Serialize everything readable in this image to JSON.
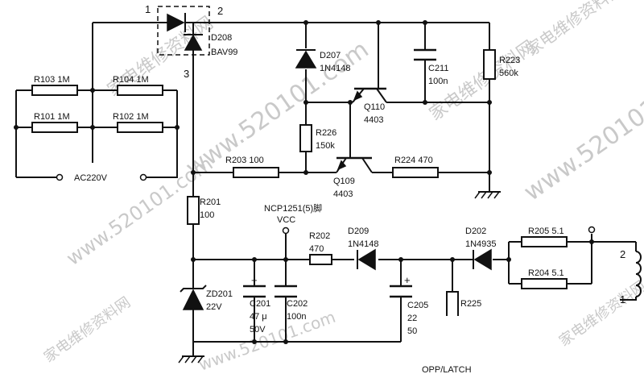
{
  "labels": {
    "pin1": "1",
    "pin2": "2",
    "pin3": "3",
    "d208_ref": "D208",
    "d208_val": "BAV99",
    "d207_ref": "D207",
    "d207_val": "1N4148",
    "c211_ref": "C211",
    "c211_val": "100n",
    "r223_ref": "R223",
    "r223_val": "560k",
    "r103": "R103  1M",
    "r104": "R104  1M",
    "r101": "R101  1M",
    "r102": "R102  1M",
    "ac": "AC220V",
    "q110_ref": "Q110",
    "q110_val": "4403",
    "r226_ref": "R226",
    "r226_val": "150k",
    "r203": "R203  100",
    "q109_ref": "Q109",
    "q109_val": "4403",
    "r224": "R224  470",
    "r201_ref": "R201",
    "r201_val": "100",
    "ncp": "NCP1251(5)脚",
    "vcc": "VCC",
    "r202_ref": "R202",
    "r202_val": "470",
    "d209_ref": "D209",
    "d209_val": "1N4148",
    "d202_ref": "D202",
    "d202_val": "1N4935",
    "r205": "R205  5.1",
    "r204": "R204  5.1",
    "coil_pin2": "2",
    "coil_pin1": "1",
    "zd201_ref": "ZD201",
    "zd201_val": "22V",
    "c201_ref": "C201",
    "c201_val": "47 μ",
    "c201_v": "50V",
    "c202_ref": "C202",
    "c202_val": "100n",
    "c205_ref": "C205",
    "c205_val": "22",
    "c205_v": "50",
    "r225_ref": "R225",
    "opp": "OPP/LATCH"
  },
  "watermarks": [
    "家电维修资料网",
    "www.520101.com",
    "家电维修资料网",
    "www.520101",
    "www.520101.com",
    "家电维修资料网",
    "家电维修资料网",
    "www.520101.com",
    "家电维修资料网"
  ]
}
